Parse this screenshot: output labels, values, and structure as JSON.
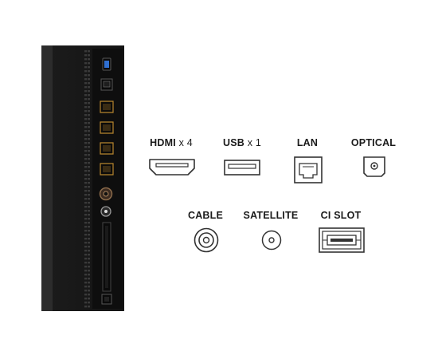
{
  "ports": [
    {
      "id": "hdmi",
      "label": "HDMI",
      "multiplier": "x 4",
      "icon": "hdmi-port-icon"
    },
    {
      "id": "usb",
      "label": "USB",
      "multiplier": "x 1",
      "icon": "usb-port-icon"
    },
    {
      "id": "lan",
      "label": "LAN",
      "multiplier": "",
      "icon": "lan-port-icon"
    },
    {
      "id": "optical",
      "label": "OPTICAL",
      "multiplier": "",
      "icon": "optical-port-icon"
    },
    {
      "id": "cable",
      "label": "CABLE",
      "multiplier": "",
      "icon": "cable-port-icon"
    },
    {
      "id": "satellite",
      "label": "SATELLITE",
      "multiplier": "",
      "icon": "satellite-port-icon"
    },
    {
      "id": "ci-slot",
      "label": "CI SLOT",
      "multiplier": "",
      "icon": "ci-slot-icon"
    }
  ],
  "colors": {
    "background": "#ffffff",
    "panel": "#1c1c1c",
    "panel_dark": "#111111",
    "hdmi_gold": "#b8862e",
    "usb_blue": "#2f6fd1",
    "icon_stroke": "#333333",
    "label": "#1a1a1a"
  }
}
